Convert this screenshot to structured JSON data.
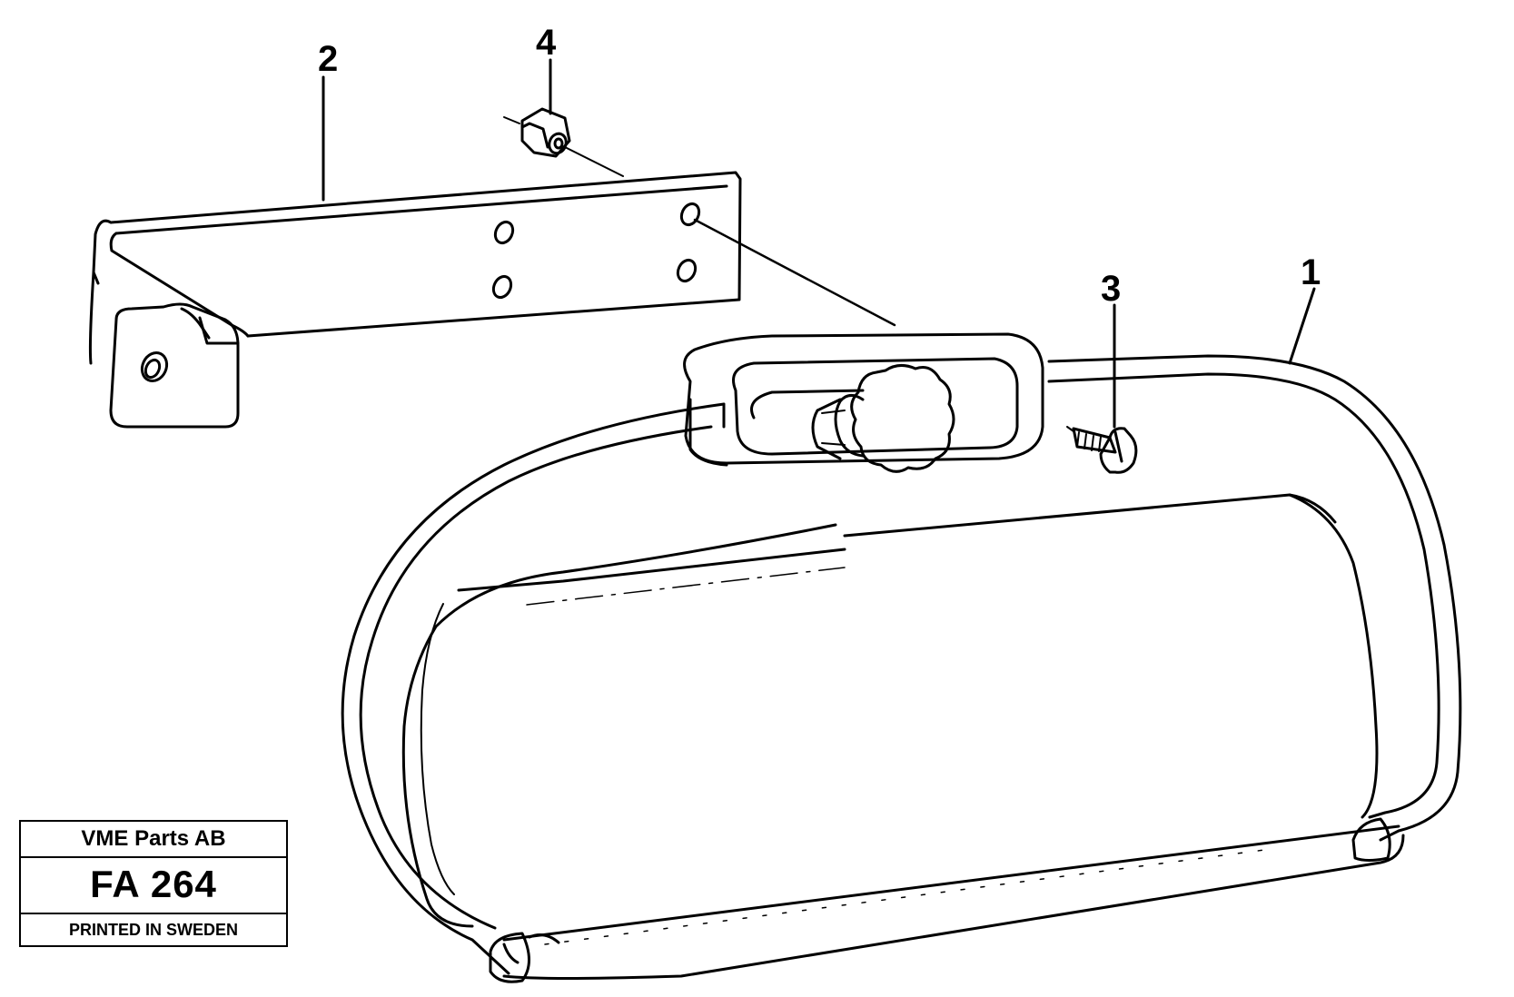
{
  "callouts": {
    "item1": "1",
    "item2": "2",
    "item3": "3",
    "item4": "4"
  },
  "title_block": {
    "company": "VME Parts AB",
    "code": "FA 264",
    "printed": "PRINTED IN SWEDEN"
  },
  "colors": {
    "line": "#000000",
    "background": "#ffffff"
  }
}
